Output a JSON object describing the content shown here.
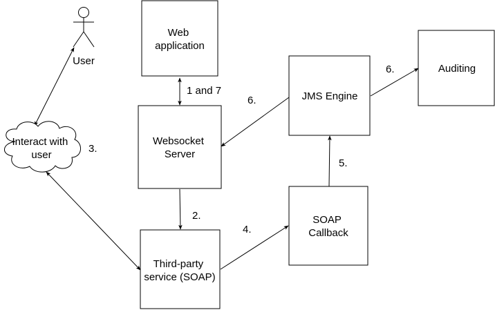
{
  "nodes": {
    "web_app": [
      "Web",
      "application"
    ],
    "websocket_server": [
      "Websocket",
      "Server"
    ],
    "third_party": [
      "Third-party",
      "service (SOAP)"
    ],
    "soap_callback": [
      "SOAP",
      "Callback"
    ],
    "jms_engine": [
      "JMS Engine"
    ],
    "auditing": [
      "Auditing"
    ],
    "interact": [
      "Interact with",
      "user"
    ],
    "user": "User"
  },
  "edge_labels": {
    "e_1_and_7": "1 and 7",
    "e_2": "2.",
    "e_3": "3.",
    "e_4": "4.",
    "e_5": "5.",
    "e_6_left": "6.",
    "e_6_right": "6."
  }
}
